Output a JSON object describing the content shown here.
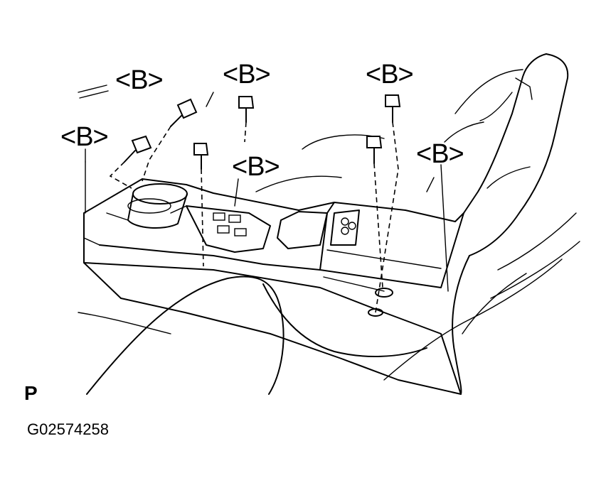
{
  "figure": {
    "callouts": [
      "<B>",
      "<B>",
      "<B>",
      "<B>",
      "<B>",
      "<B>"
    ],
    "view_letter": "P",
    "figure_id": "G02574258"
  },
  "colors": {
    "ink": "#000000",
    "paper": "#ffffff"
  }
}
